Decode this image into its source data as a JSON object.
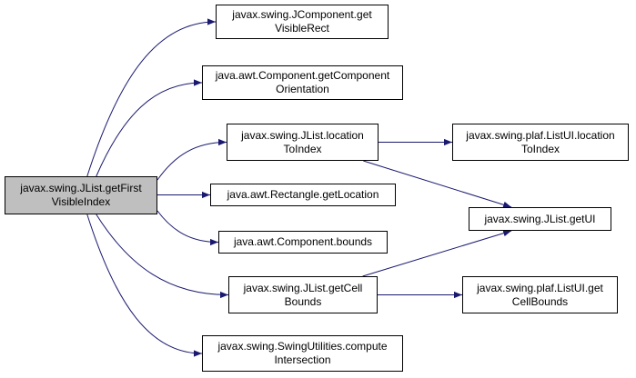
{
  "colors": {
    "edge": "#191970",
    "node_border": "#000000",
    "node_fill": "#ffffff",
    "root_fill": "#bfbfbf"
  },
  "nodes": {
    "root": "javax.swing.JList.getFirst\nVisibleIndex",
    "jcomponent_getvisiblerect": "javax.swing.JComponent.get\nVisibleRect",
    "component_getcomponentorientation": "java.awt.Component.getComponent\nOrientation",
    "jlist_locationtoindex": "javax.swing.JList.location\nToIndex",
    "rectangle_getlocation": "java.awt.Rectangle.getLocation",
    "component_bounds": "java.awt.Component.bounds",
    "jlist_getcellbounds": "javax.swing.JList.getCell\nBounds",
    "swingutilities_computeintersection": "javax.swing.SwingUtilities.compute\nIntersection",
    "listui_locationtoindex": "javax.swing.plaf.ListUI.location\nToIndex",
    "jlist_getui": "javax.swing.JList.getUI",
    "listui_getcellbounds": "javax.swing.plaf.ListUI.get\nCellBounds"
  },
  "edges": [
    {
      "from": "root",
      "to": "jcomponent_getvisiblerect"
    },
    {
      "from": "root",
      "to": "component_getcomponentorientation"
    },
    {
      "from": "root",
      "to": "jlist_locationtoindex"
    },
    {
      "from": "root",
      "to": "rectangle_getlocation"
    },
    {
      "from": "root",
      "to": "component_bounds"
    },
    {
      "from": "root",
      "to": "jlist_getcellbounds"
    },
    {
      "from": "root",
      "to": "swingutilities_computeintersection"
    },
    {
      "from": "jlist_locationtoindex",
      "to": "listui_locationtoindex"
    },
    {
      "from": "jlist_locationtoindex",
      "to": "jlist_getui"
    },
    {
      "from": "jlist_getcellbounds",
      "to": "jlist_getui"
    },
    {
      "from": "jlist_getcellbounds",
      "to": "listui_getcellbounds"
    }
  ]
}
